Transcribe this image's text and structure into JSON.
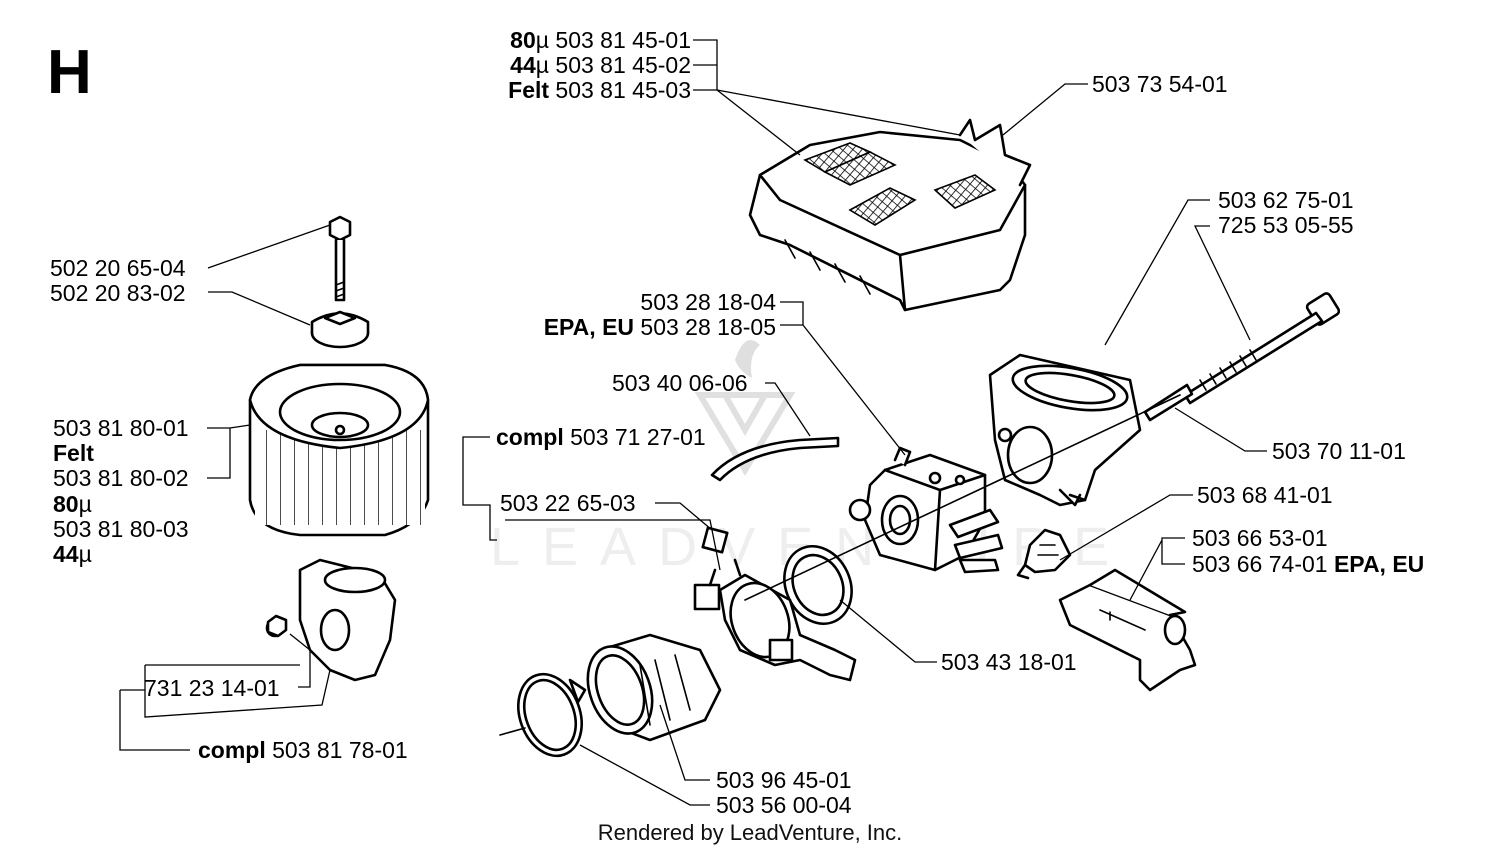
{
  "section_letter": "H",
  "watermark": "LEADVENTURE",
  "footer": "Rendered by LeadVenture, Inc.",
  "labels": {
    "l80u": {
      "pre": "80",
      "unit": "µ",
      "num": "503 81 45-01"
    },
    "l44u": {
      "pre": "44",
      "unit": "µ",
      "num": "503 81 45-02"
    },
    "lfelt": {
      "pre": "Felt",
      "num": "503 81 45-03"
    },
    "p_cover": "503 73 54-01",
    "p_screw": "502 20 65-04",
    "p_nut": "502 20 83-02",
    "p_bolt1": "503 62 75-01",
    "p_bolt2": "725 53 05-55",
    "p_carb1": "503 28 18-04",
    "p_carb2_prefix": "EPA, EU",
    "p_carb2": "503 28 18-05",
    "p_hose": "503 40 06-06",
    "p_filter1": "503 81 80-01",
    "filter_felt": "Felt",
    "p_filter2": "503 81 80-02",
    "filter_80": "80",
    "filter_80_unit": "µ",
    "p_filter3": "503 81 80-03",
    "filter_44": "44",
    "filter_44_unit": "µ",
    "compl_intake_prefix": "compl",
    "compl_intake": "503 71 27-01",
    "p_block": "503 22 65-03",
    "p_sleeve": "503 70 11-01",
    "p_choke": "503 68 41-01",
    "p_lever1": "503 66 53-01",
    "p_lever2": "503 66 74-01",
    "p_lever2_suffix": "EPA, EU",
    "p_gasket": "503 43 18-01",
    "p_smallnut": "731 23 14-01",
    "compl_base_prefix": "compl",
    "compl_base": "503 81 78-01",
    "p_intake": "503 96 45-01",
    "p_clamp": "503 56 00-04"
  }
}
